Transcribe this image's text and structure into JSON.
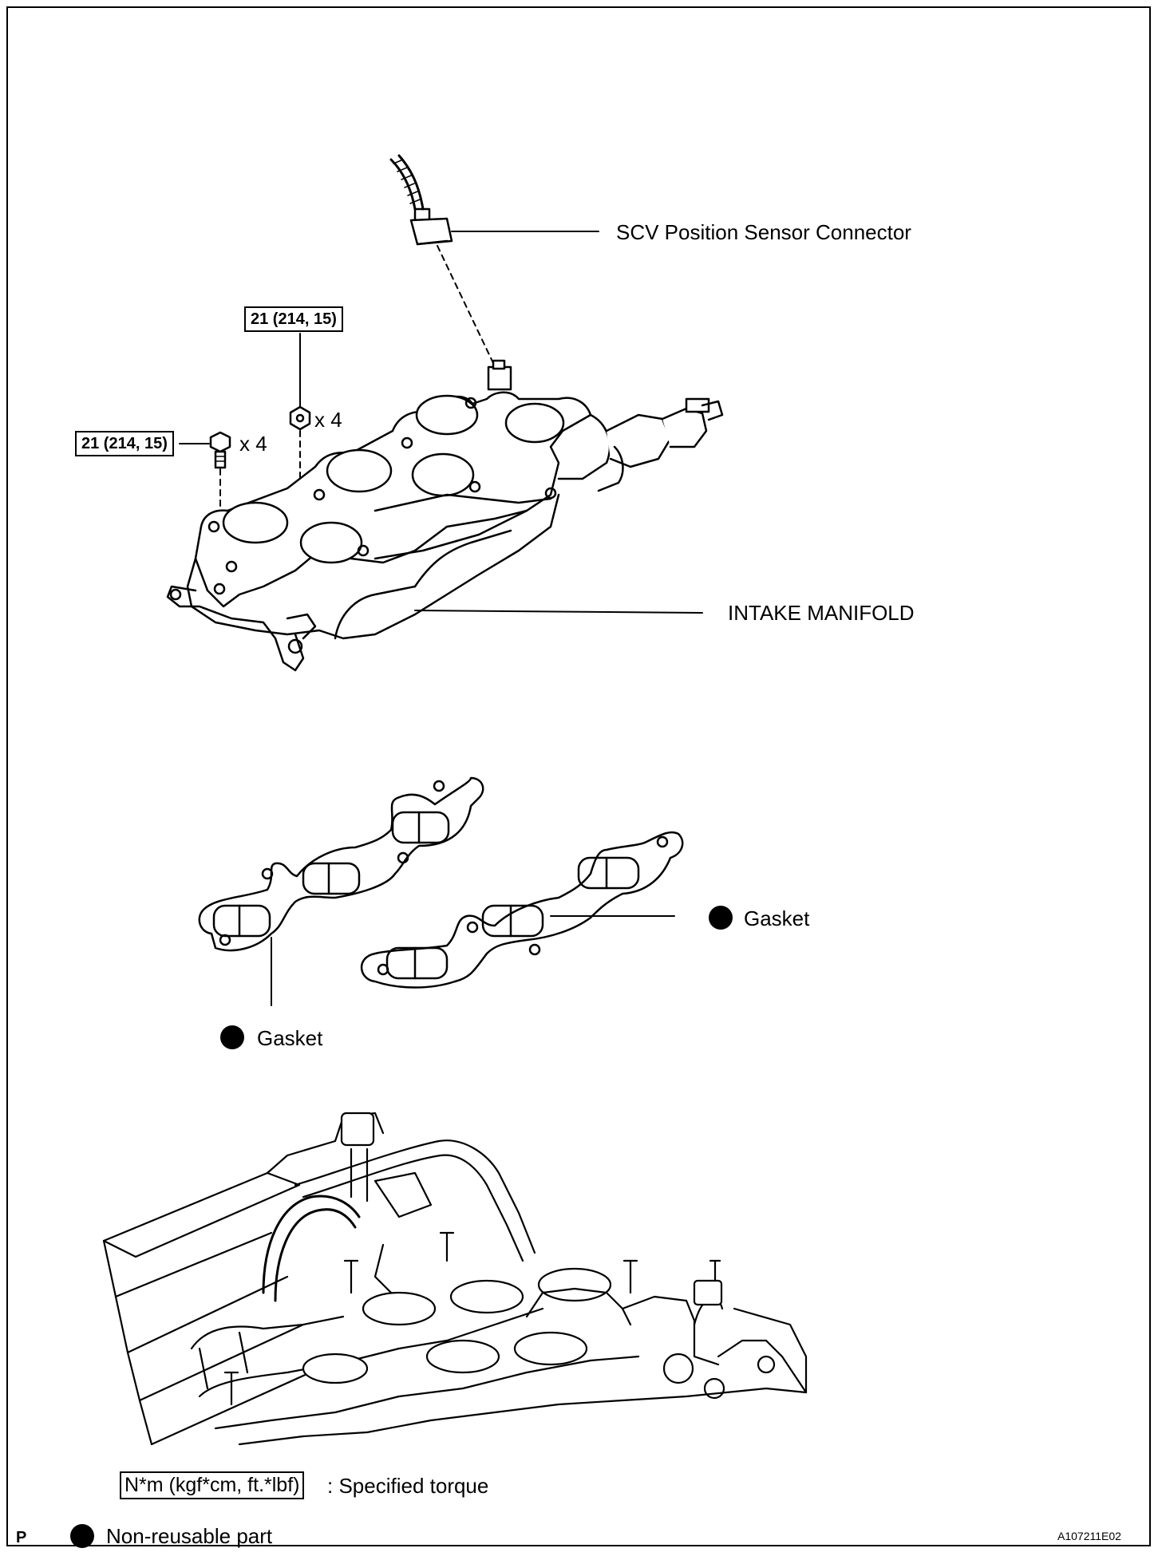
{
  "labels": {
    "scv_connector": "SCV Position Sensor Connector",
    "intake_manifold": "INTAKE MANIFOLD",
    "gasket_right": "Gasket",
    "gasket_left": "Gasket"
  },
  "torque": {
    "nut_value": "21 (214, 15)",
    "nut_qty": "x 4",
    "bolt_value": "21 (214, 15)",
    "bolt_qty": "x 4"
  },
  "legend": {
    "torque_box": "N*m (kgf*cm, ft.*lbf)",
    "torque_text": ": Specified torque",
    "nonreusable_text": "Non-reusable part"
  },
  "footer": {
    "left_code": "P",
    "figure_id": "A107211E02"
  }
}
